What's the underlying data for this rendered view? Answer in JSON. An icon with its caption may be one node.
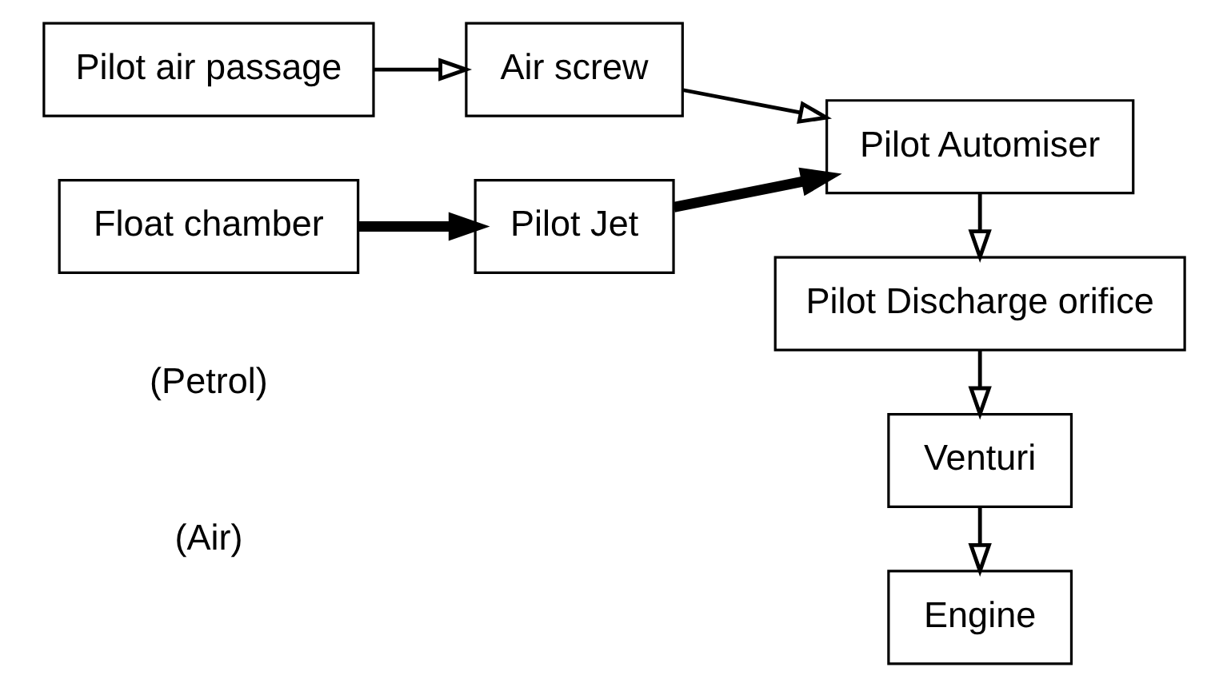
{
  "diagram": {
    "nodes": [
      {
        "text": [
          "Pilot air passage"
        ]
      },
      {
        "text": [
          "Air screw"
        ]
      },
      {
        "text": [
          "Pilot Automiser"
        ]
      },
      {
        "text": [
          "Float chamber"
        ]
      },
      {
        "text": [
          "Pilot Jet"
        ]
      },
      {
        "text": [
          "Pilot Discharge orifice"
        ]
      },
      {
        "text": [
          "Venturi"
        ]
      },
      {
        "text": [
          "Engine"
        ]
      }
    ],
    "edges": [
      {
        "from": 0,
        "to": 1,
        "arrow": "to"
      },
      {
        "from": 1,
        "to": 2,
        "arrow": "to"
      },
      {
        "from": 3,
        "to": 4,
        "arrow": "to",
        "style": "thick"
      },
      {
        "from": 4,
        "to": 2,
        "arrow": "to",
        "style": "thick"
      },
      {
        "from": 2,
        "to": 5,
        "arrow": "to"
      },
      {
        "from": 5,
        "to": 6,
        "arrow": "to"
      },
      {
        "from": 6,
        "to": 7,
        "arrow": "to"
      }
    ],
    "labels": [
      "(Air)",
      "(Petrol)"
    ]
  }
}
